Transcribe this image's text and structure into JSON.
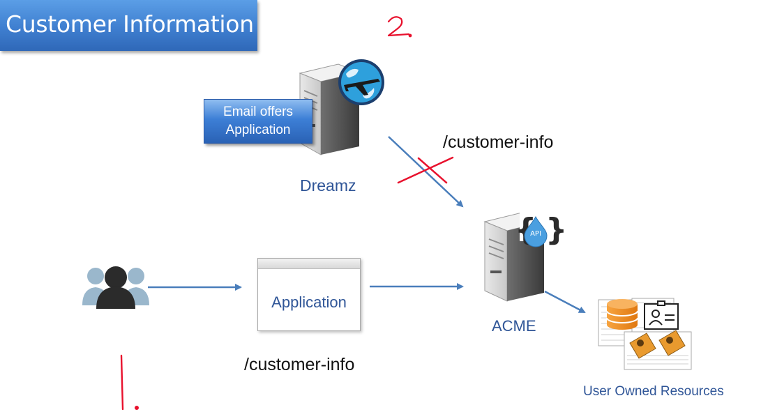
{
  "title": "Customer Information",
  "email_app": {
    "line1": "Email offers",
    "line2": "Application"
  },
  "dreamz_label": "Dreamz",
  "acme_label": "ACME",
  "api_badge": "API",
  "application_label": "Application",
  "endpoint_top": "/customer-info",
  "endpoint_bottom": "/customer-info",
  "resources_label": "User Owned Resources",
  "annotation_step1": "1.",
  "annotation_step2": "2.",
  "colors": {
    "banner": "#3f7fd0",
    "label_blue": "#2f5597",
    "arrow": "#4a7ebb",
    "ink_red": "#e8112d"
  }
}
